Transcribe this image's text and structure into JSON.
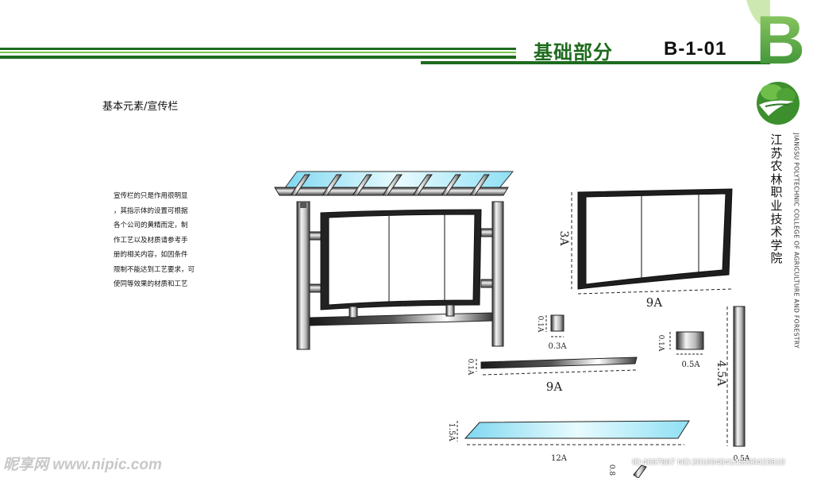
{
  "header": {
    "section_title": "基础部分",
    "page_code": "B-1-01",
    "badge_letter": "B",
    "colors": {
      "primary_green": "#1e6b1e",
      "light_green": "#78c850"
    }
  },
  "content": {
    "subtitle": "基本元素/宣传栏",
    "description_lines": [
      "宣传栏的只是作用很明显",
      "，其指示体的设置可根据",
      "各个公司的黄精而定，制",
      "作工艺以及材质请参考手",
      "册的相关内容，如因条件",
      "限制不能达到工艺要求，可",
      "使同等效果的材质和工艺"
    ]
  },
  "sidebar": {
    "college_name_cn": "江苏农林职业技术学院",
    "college_name_en": "JIANGSU POLYTECHNIC COLLEGE OF AGRICULTURE AND FORESTRY",
    "logo_icon": "college-logo-icon"
  },
  "dimensions": {
    "panel_height": "3A",
    "panel_width": "9A",
    "clip_height": "0.1A",
    "clip_width": "0.3A",
    "bar_height": "0.1A",
    "bar_width": "9A",
    "block_height": "0.1A",
    "block_width": "0.5A",
    "post_height": "4.5A",
    "post_width": "0.5A",
    "roof_height": "1.5A",
    "roof_width": "12A",
    "partial_label": "0.8"
  },
  "watermark": {
    "left_text": "昵享网 www.nipic.com",
    "right_text": "ID:4067867 NO:20100404143000423610"
  }
}
